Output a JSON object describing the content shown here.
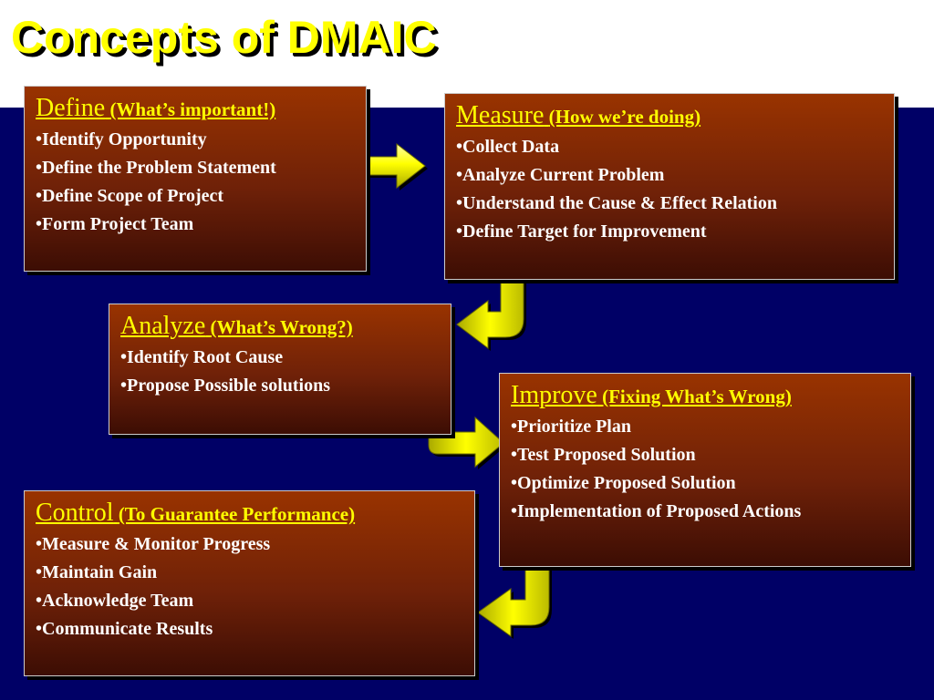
{
  "slide": {
    "title": "Concepts of DMAIC",
    "colors": {
      "background": "#000066",
      "title": "#ffff00",
      "heading": "#ffff00",
      "box_top": "#993300",
      "box_bottom": "#3c0d04",
      "arrow": "#ffff00"
    }
  },
  "phases": {
    "define": {
      "name": "Define",
      "subtitle": "(What’s important!)",
      "items": [
        "Identify Opportunity",
        "Define the Problem Statement",
        "Define Scope of Project",
        "Form Project Team"
      ]
    },
    "measure": {
      "name": "Measure",
      "subtitle": "(How we’re doing)",
      "items": [
        "Collect Data",
        "Analyze Current Problem",
        "Understand the Cause & Effect Relation",
        "Define Target for Improvement"
      ]
    },
    "analyze": {
      "name": "Analyze",
      "subtitle": "(What’s Wrong?)",
      "items": [
        "Identify Root Cause",
        "Propose Possible solutions"
      ]
    },
    "improve": {
      "name": "Improve",
      "subtitle": "(Fixing What’s Wrong)",
      "items": [
        "Prioritize Plan",
        "Test Proposed Solution",
        "Optimize Proposed Solution",
        "Implementation of Proposed Actions"
      ]
    },
    "control": {
      "name": "Control",
      "subtitle": "(To Guarantee Performance)",
      "items": [
        "Measure & Monitor Progress",
        "Maintain Gain",
        "Acknowledge Team",
        "Communicate Results"
      ]
    }
  }
}
